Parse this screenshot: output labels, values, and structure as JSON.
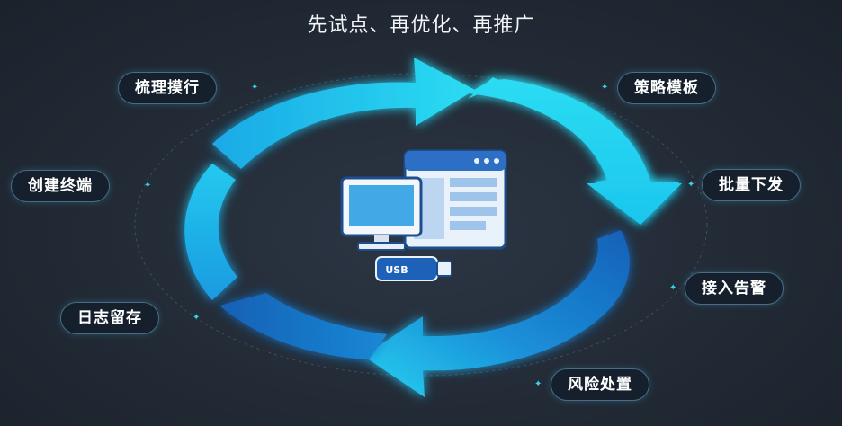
{
  "title": "先试点、再优化、再推广",
  "steps": [
    {
      "label": "梳理摸行"
    },
    {
      "label": "策略模板"
    },
    {
      "label": "批量下发"
    },
    {
      "label": "接入告警"
    },
    {
      "label": "风险处置"
    },
    {
      "label": "日志留存"
    },
    {
      "label": "创建终端"
    }
  ],
  "center": {
    "usb_label": "USB",
    "icons": [
      "monitor-icon",
      "browser-window-icon",
      "usb-drive-icon"
    ]
  },
  "colors": {
    "arrow_light": "#22d4ef",
    "arrow_dark": "#1676c9",
    "pill_border": "#4a6c86",
    "spark": "#39d3f2"
  }
}
